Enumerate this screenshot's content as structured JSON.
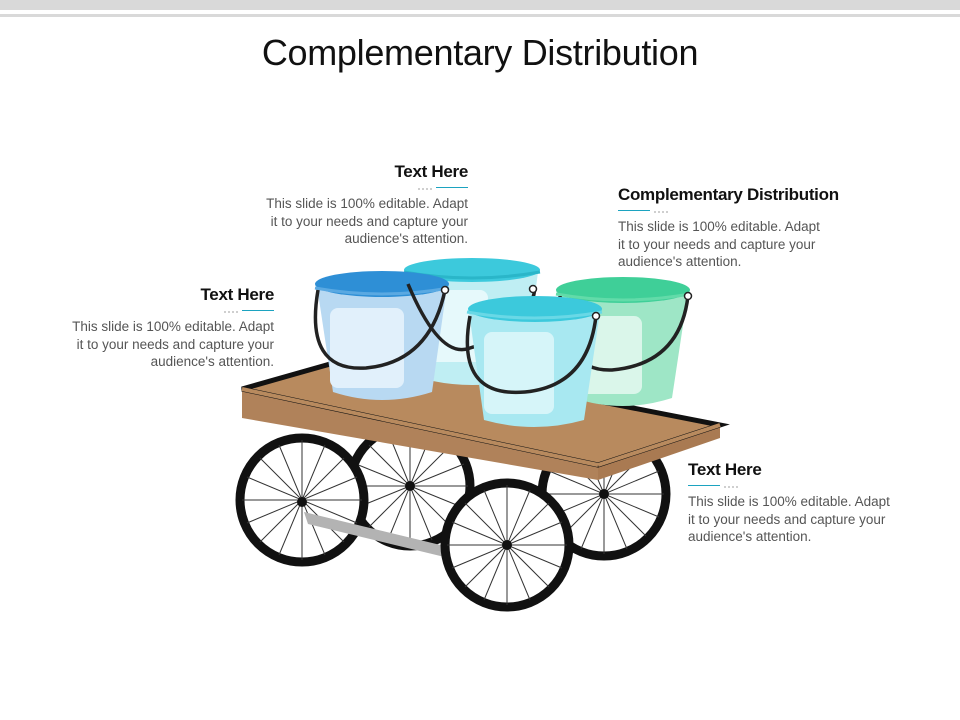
{
  "slide": {
    "title": "Complementary Distribution"
  },
  "callouts": [
    {
      "heading": "Text Here",
      "body_lines": [
        "This slide is 100% editable. Adapt",
        "it to your needs and capture your",
        "audience's attention."
      ]
    },
    {
      "heading": "Complementary Distribution",
      "body_lines": [
        "This slide is 100% editable. Adapt",
        "it to your needs and capture your",
        "audience's attention."
      ]
    },
    {
      "heading": "Text Here",
      "body_lines": [
        "This slide is 100% editable. Adapt",
        "it to your needs and capture your",
        "audience's attention."
      ]
    },
    {
      "heading": "Text Here",
      "body_lines": [
        "This slide is 100% editable. Adapt",
        "it to your needs and capture your",
        "audience's attention."
      ]
    }
  ],
  "colors": {
    "accent": "#1ca3c0",
    "bucket_blue": "#2e8fd6",
    "bucket_cyan": "#3cc9dc",
    "bucket_green": "#3fcf98",
    "cart_wood": "#b88a5e"
  }
}
